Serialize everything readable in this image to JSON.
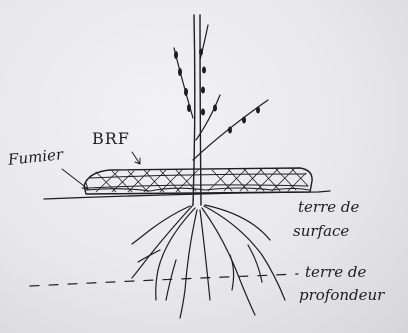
{
  "labels": {
    "fumier": "Fumier",
    "brf": "BRF",
    "terre_surface_line1": "terre de",
    "terre_surface_line2": "surface",
    "terre_profondeur_line1": "terre de",
    "terre_profondeur_line2": "profondeur"
  },
  "colors": {
    "paper": "#ebebed",
    "ink": "#1e1e22"
  }
}
